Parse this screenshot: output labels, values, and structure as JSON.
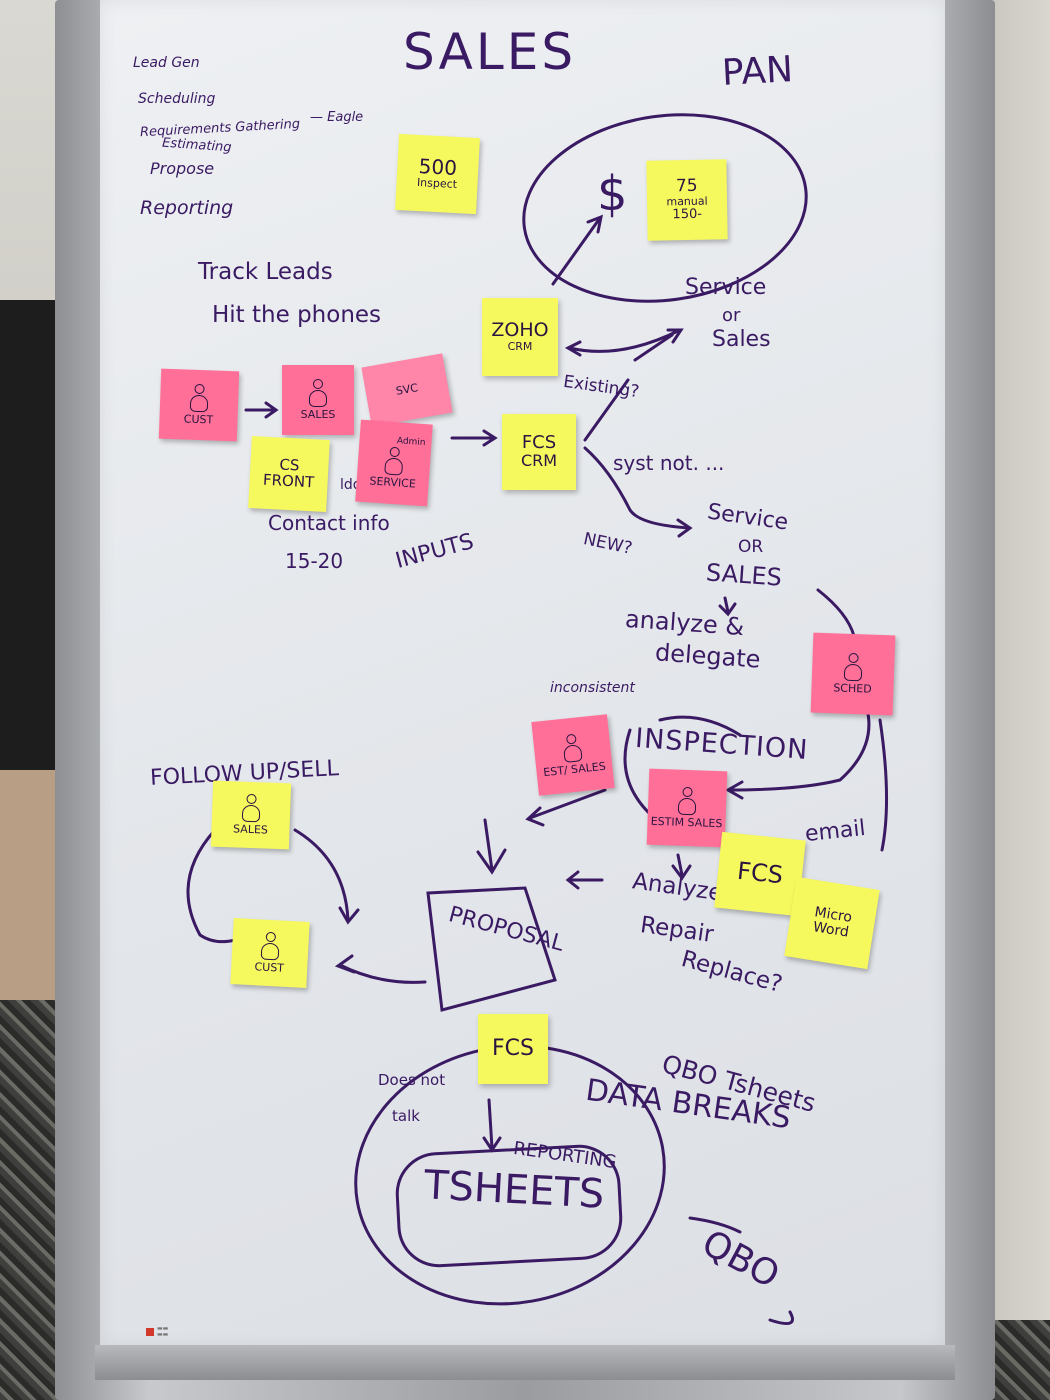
{
  "board": {
    "title": "SALES",
    "left_list": [
      "Lead Gen",
      "Scheduling",
      "Requirements Gathering",
      "Estimating",
      "Propose",
      "Reporting"
    ],
    "eagle_note": "— Eagle",
    "track_leads": "Track Leads",
    "hit_phones": "Hit the phones",
    "pan": "PAN",
    "dollar": "$",
    "service_or_sales_top": [
      "Service",
      "or",
      "Sales"
    ],
    "existing": "Existing?",
    "syst_not": "syst not. ...",
    "new": "NEW?",
    "service_or_sales_mid": [
      "Service",
      "OR",
      "SALES"
    ],
    "analyze_delegate": [
      "analyze &",
      "delegate"
    ],
    "inconsistent": "inconsistent",
    "inspection": "INSPECTION",
    "email": "email",
    "follow_up": "FOLLOW UP/SELL",
    "proposal": "PROPOSAL",
    "analyze_repair": [
      "Analyze:",
      "Repair",
      "Replace?"
    ],
    "contact_info": "Contact info",
    "contact_count": "15-20",
    "inputs": "INPUTS",
    "bidding": "ldding",
    "does_not_talk": [
      "Does not",
      "talk"
    ],
    "reporting": "REPORTING",
    "data_breaks": "DATA BREAKS",
    "qbo_tsheets": "QBO Tsheets",
    "tsheets": "TSHEETS",
    "qbo": "QBO"
  },
  "notes": {
    "inspect": [
      "500",
      "Inspect"
    ],
    "manual": [
      "75",
      "manual",
      "150-"
    ],
    "zoho": [
      "ZOHO",
      "CRM"
    ],
    "cust": "CUST",
    "sales": "SALES",
    "svc": "SVC",
    "cs_front": [
      "CS",
      "FRONT"
    ],
    "service_admin": [
      "Admin",
      "SERVICE"
    ],
    "fcs_crm": [
      "FCS",
      "CRM"
    ],
    "sched": "SCHED",
    "est_sales": "EST/ SALES",
    "estim_sales": "ESTIM SALES",
    "fcs_right": "FCS",
    "micro_word": [
      "Micro",
      "Word"
    ],
    "sales_left": "SALES",
    "cust_left": "CUST",
    "fcs_bottom": "FCS"
  },
  "colors": {
    "ink": "#3a1a63",
    "yellow_note": "#f6f95e",
    "pink_note": "#ff6f98"
  }
}
